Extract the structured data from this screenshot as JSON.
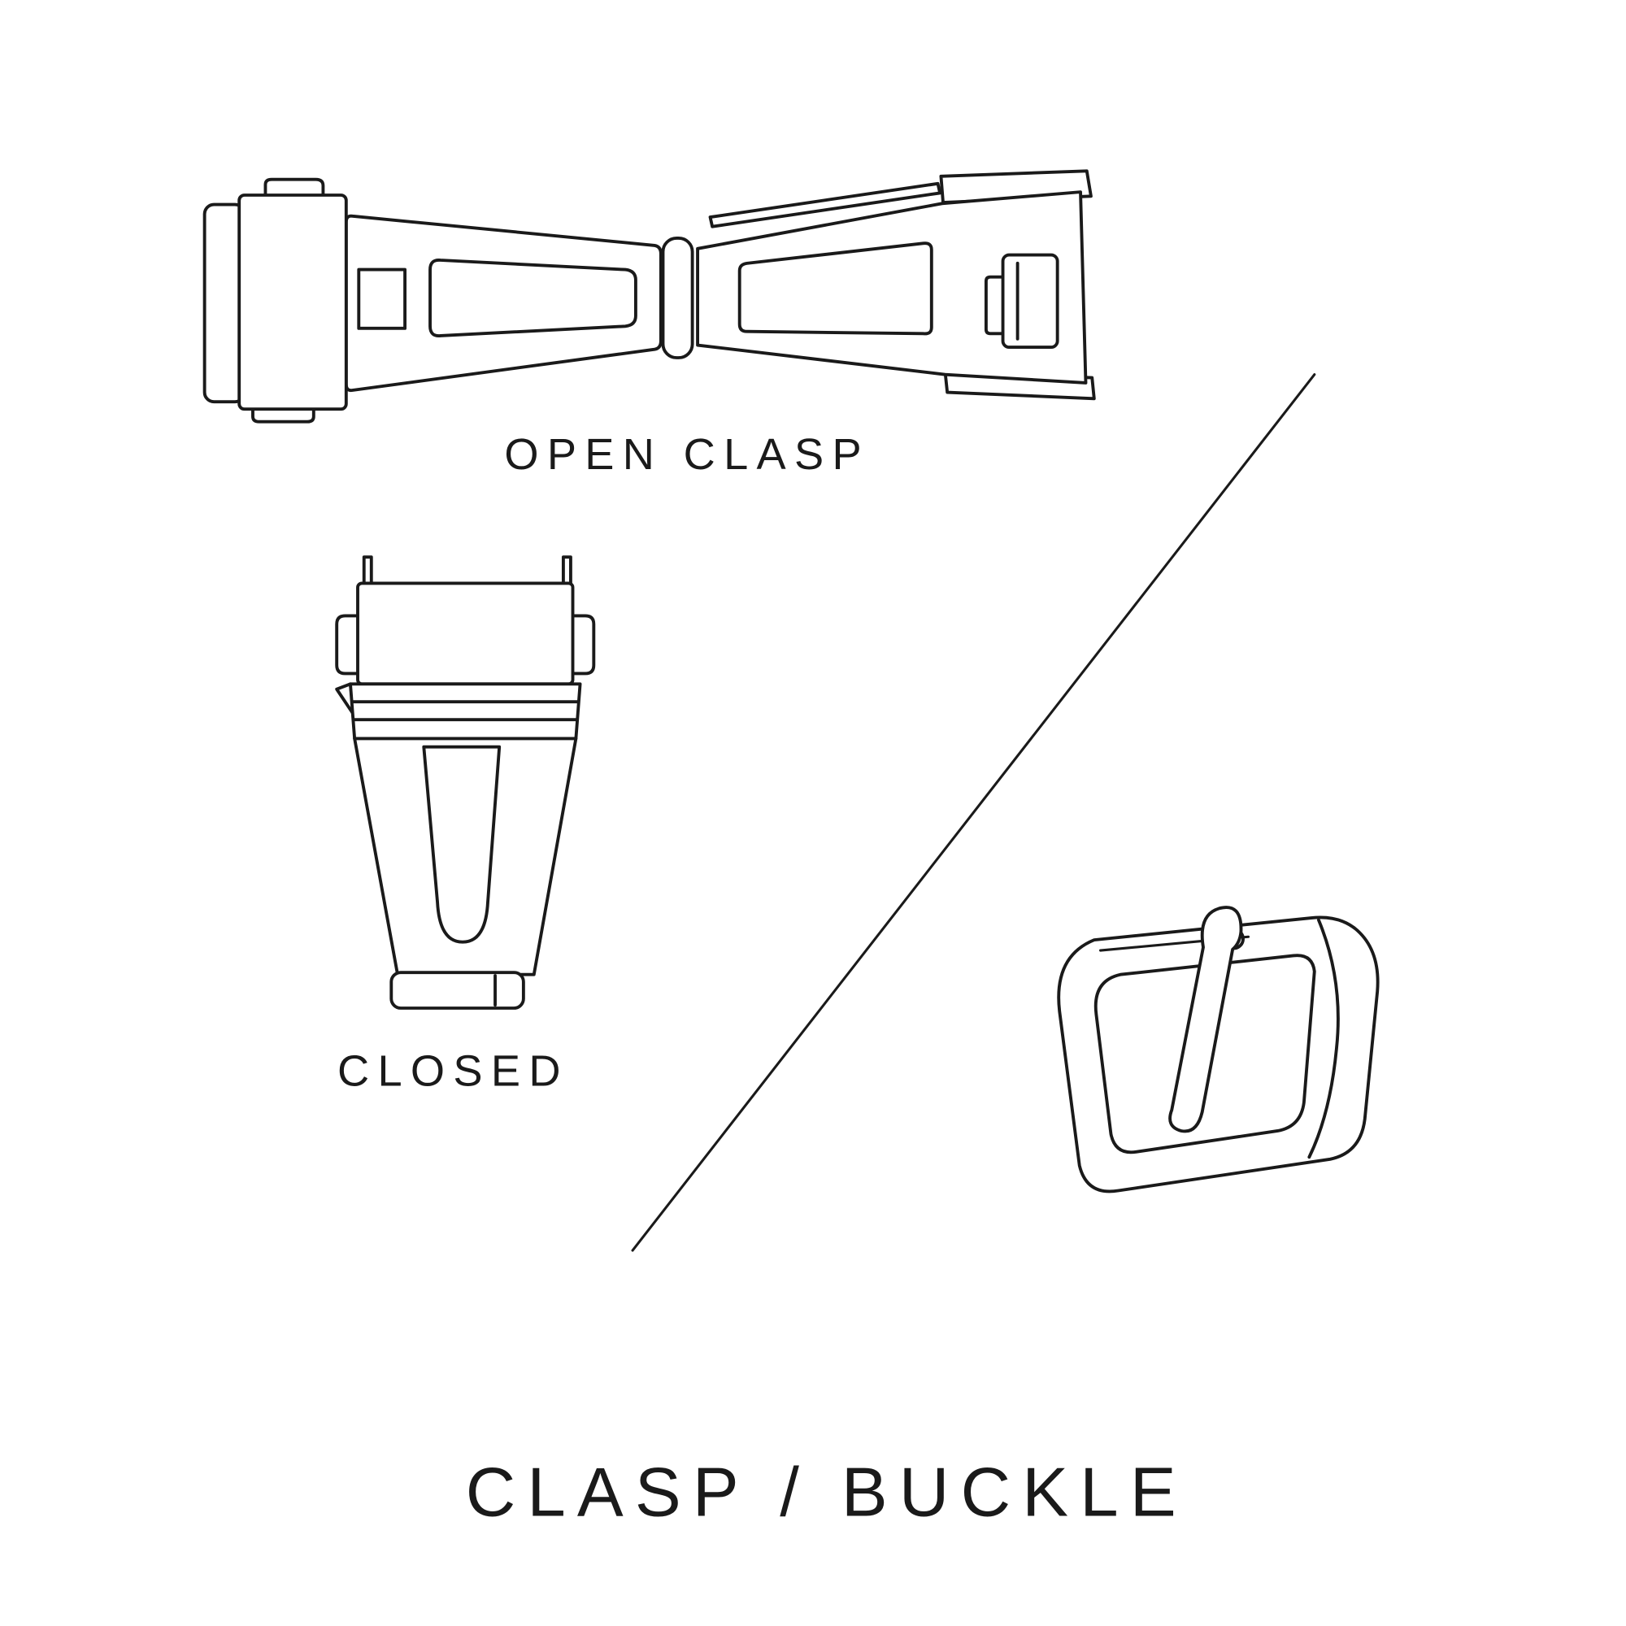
{
  "page": {
    "background": "#ffffff",
    "ink": "#1a1a1a"
  },
  "title": "CLASP / BUCKLE",
  "labels": {
    "open_clasp": "OPEN CLASP",
    "closed": "CLOSED"
  },
  "illustrations": [
    {
      "id": "open-clasp-illustration",
      "caption": "OPEN CLASP"
    },
    {
      "id": "closed-clasp-illustration",
      "caption": "CLOSED"
    },
    {
      "id": "tang-buckle-illustration",
      "caption": ""
    }
  ],
  "divider": {
    "orientation": "diagonal"
  }
}
